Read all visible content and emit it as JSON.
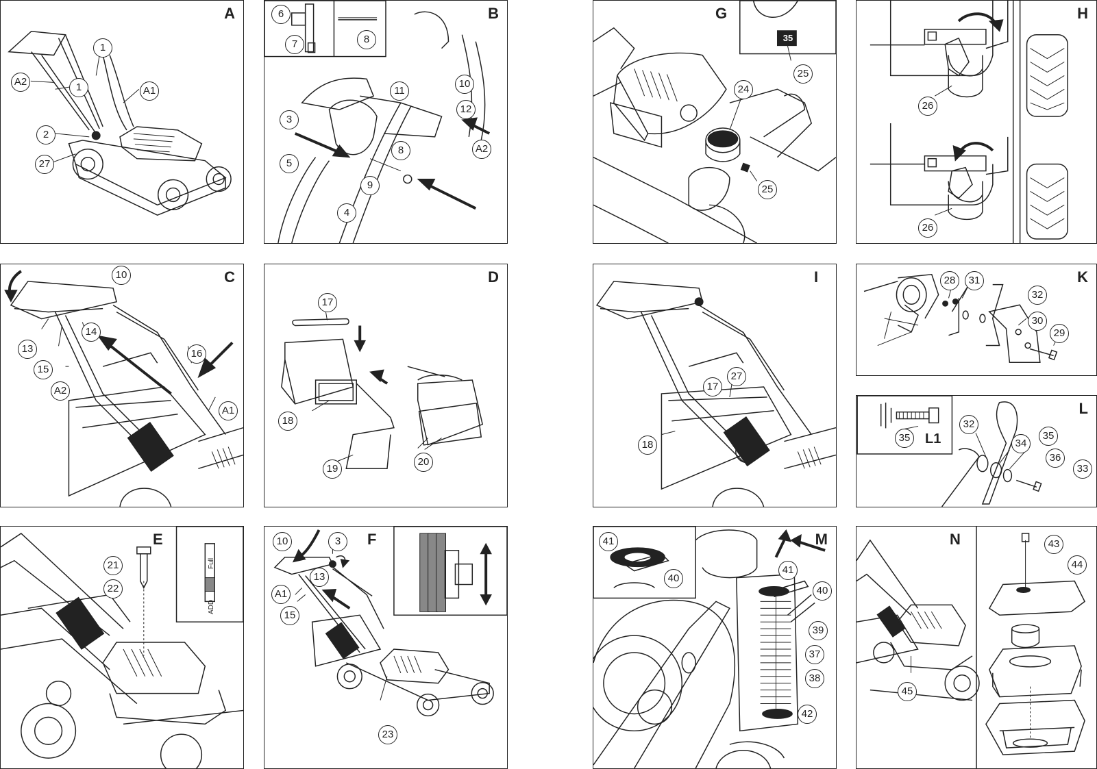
{
  "panels": {
    "A": {
      "label": "A",
      "callouts": [
        "1",
        "1",
        "A2",
        "A1",
        "2",
        "27"
      ]
    },
    "B": {
      "label": "B",
      "callouts": [
        "6",
        "7",
        "8",
        "10",
        "11",
        "3",
        "12",
        "A2",
        "8",
        "5",
        "9",
        "4"
      ]
    },
    "G": {
      "label": "G",
      "callouts": [
        "35",
        "25",
        "24",
        "25"
      ]
    },
    "H": {
      "label": "H",
      "callouts": [
        "26",
        "26"
      ]
    },
    "C": {
      "label": "C",
      "callouts": [
        "10",
        "14",
        "13",
        "16",
        "15",
        "A2",
        "A1"
      ]
    },
    "D": {
      "label": "D",
      "callouts": [
        "17",
        "18",
        "19",
        "20"
      ]
    },
    "I": {
      "label": "I",
      "callouts": [
        "17",
        "27",
        "18"
      ]
    },
    "K": {
      "label": "K",
      "callouts": [
        "28",
        "31",
        "32",
        "30",
        "29"
      ]
    },
    "L": {
      "label": "L",
      "sublabel": "L1",
      "callouts": [
        "35",
        "32",
        "34",
        "35",
        "36",
        "33"
      ]
    },
    "E": {
      "label": "E",
      "callouts": [
        "21",
        "22"
      ],
      "gauge_full": "Full",
      "gauge_add": "ADD"
    },
    "F": {
      "label": "F",
      "callouts": [
        "10",
        "3",
        "13",
        "A1",
        "15",
        "23"
      ]
    },
    "M": {
      "label": "M",
      "callouts": [
        "41",
        "40",
        "41",
        "40",
        "39",
        "37",
        "38",
        "42"
      ]
    },
    "N": {
      "label": "N",
      "callouts": [
        "43",
        "44",
        "45"
      ]
    }
  }
}
